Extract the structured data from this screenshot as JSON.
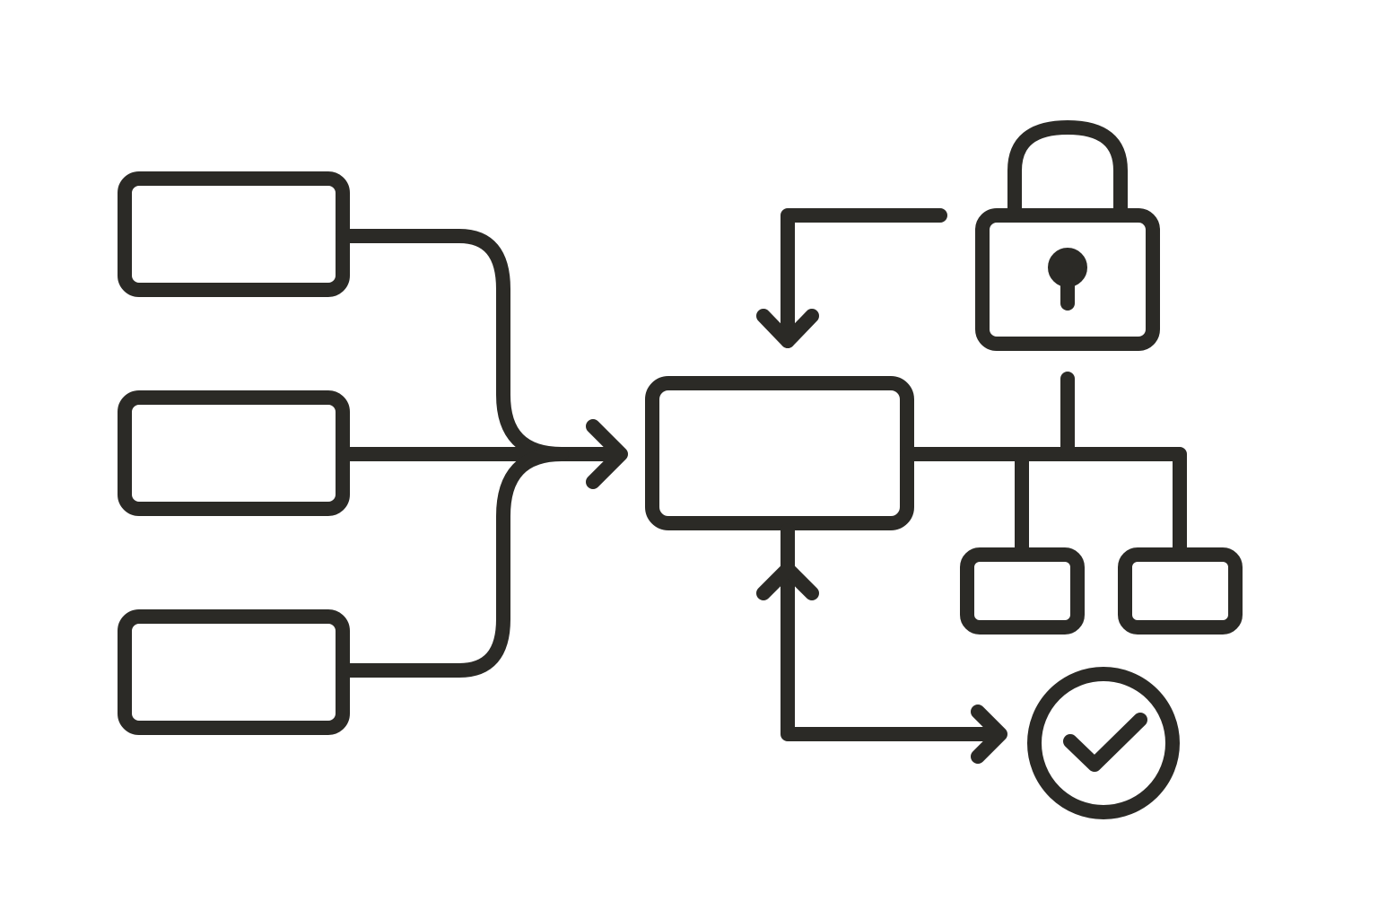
{
  "diagram": {
    "kind": "flow-diagram",
    "colors": {
      "stroke": "#2b2a26",
      "background": "#ffffff"
    },
    "nodes": [
      {
        "id": "input-box-1",
        "shape": "rounded-rectangle",
        "label": ""
      },
      {
        "id": "input-box-2",
        "shape": "rounded-rectangle",
        "label": ""
      },
      {
        "id": "input-box-3",
        "shape": "rounded-rectangle",
        "label": ""
      },
      {
        "id": "central-box",
        "shape": "rounded-rectangle",
        "label": ""
      },
      {
        "id": "lock",
        "shape": "padlock-icon",
        "label": ""
      },
      {
        "id": "child-box-left",
        "shape": "rounded-rectangle",
        "label": ""
      },
      {
        "id": "child-box-right",
        "shape": "rounded-rectangle",
        "label": ""
      },
      {
        "id": "check-circle",
        "shape": "check-circle-icon",
        "label": ""
      }
    ],
    "edges": [
      {
        "from": "input-box-1",
        "to": "central-box",
        "style": "arrow-merge"
      },
      {
        "from": "input-box-2",
        "to": "central-box",
        "style": "arrow"
      },
      {
        "from": "input-box-3",
        "to": "central-box",
        "style": "arrow-merge"
      },
      {
        "from": "lock",
        "to": "central-box",
        "style": "elbow-arrow"
      },
      {
        "from": "check-circle",
        "to": "central-box",
        "style": "arrow"
      },
      {
        "from": "central-box",
        "to": "check-circle",
        "style": "elbow-arrow"
      },
      {
        "from": "central-box",
        "to": "lock",
        "style": "tree-line"
      },
      {
        "from": "central-box",
        "to": "child-box-left",
        "style": "tree-line"
      },
      {
        "from": "central-box",
        "to": "child-box-right",
        "style": "tree-line"
      }
    ]
  }
}
